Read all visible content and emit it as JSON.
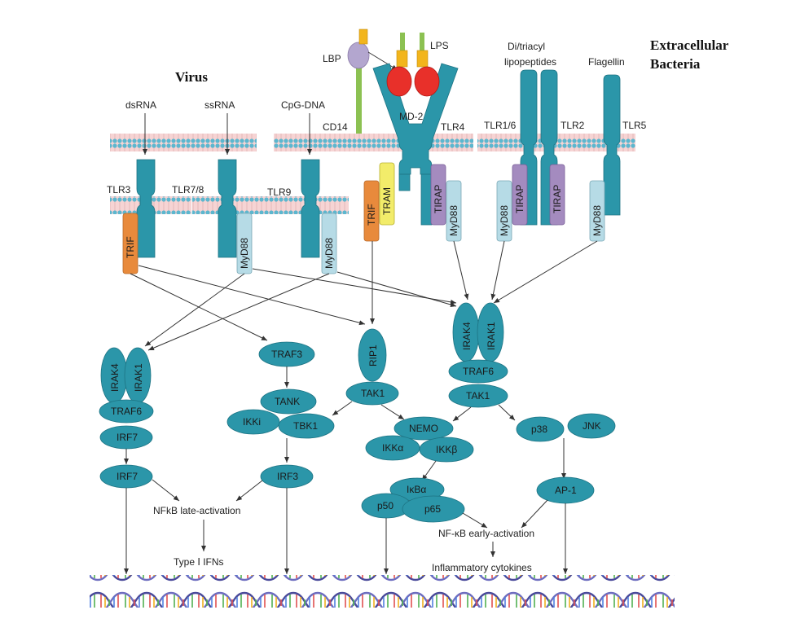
{
  "headers": {
    "virus": "Virus",
    "bacteria_line1": "Extracellular",
    "bacteria_line2": "Bacteria"
  },
  "ligands": {
    "dsrna": "dsRNA",
    "ssrna": "ssRNA",
    "cpg": "CpG-DNA",
    "lbp": "LBP",
    "lps": "LPS",
    "lipo_line1": "Di/triacyl",
    "lipo_line2": "lipopeptides",
    "flagellin": "Flagellin"
  },
  "receptors": {
    "tlr3": "TLR3",
    "tlr78": "TLR7/8",
    "tlr9": "TLR9",
    "cd14": "CD14",
    "md2": "MD-2",
    "tlr4": "TLR4",
    "tlr16": "TLR1/6",
    "tlr2": "TLR2",
    "tlr5": "TLR5"
  },
  "adaptors": {
    "trif": "TRIF",
    "tram": "TRAM",
    "tirap": "TIRAP",
    "myd88": "MyD88"
  },
  "nodes": {
    "irak4": "IRAK4",
    "irak1": "IRAK1",
    "traf6": "TRAF6",
    "irf7": "IRF7",
    "traf3": "TRAF3",
    "tank": "TANK",
    "ikki": "IKKi",
    "tbk1": "TBK1",
    "irf3": "IRF3",
    "rip1": "RIP1",
    "tak1": "TAK1",
    "nemo": "NEMO",
    "ikka": "IKKα",
    "ikkb": "IKKβ",
    "ikba": "IκBα",
    "p50": "p50",
    "p65": "p65",
    "p38": "p38",
    "jnk": "JNK",
    "ap1": "AP-1"
  },
  "outputs": {
    "nfkb_late": "NFkB late-activation",
    "type1_ifns": "Type Ⅰ IFNs",
    "nfkb_early": "NF-κB early-activation",
    "cytokines": "Inflammatory cytokines"
  },
  "colors": {
    "receptor": "#2b96a9",
    "trif": "#e88a3c",
    "tram": "#f2ec6a",
    "tirap": "#a48bbf",
    "myd88": "#b6dbe6",
    "md2": "#e8302a",
    "lbp": "#b3a6cf",
    "lps_head": "#f2b51c",
    "stalk": "#8cc152",
    "membrane_head": "#5cb7cf",
    "membrane_core": "#f6d4d4"
  }
}
